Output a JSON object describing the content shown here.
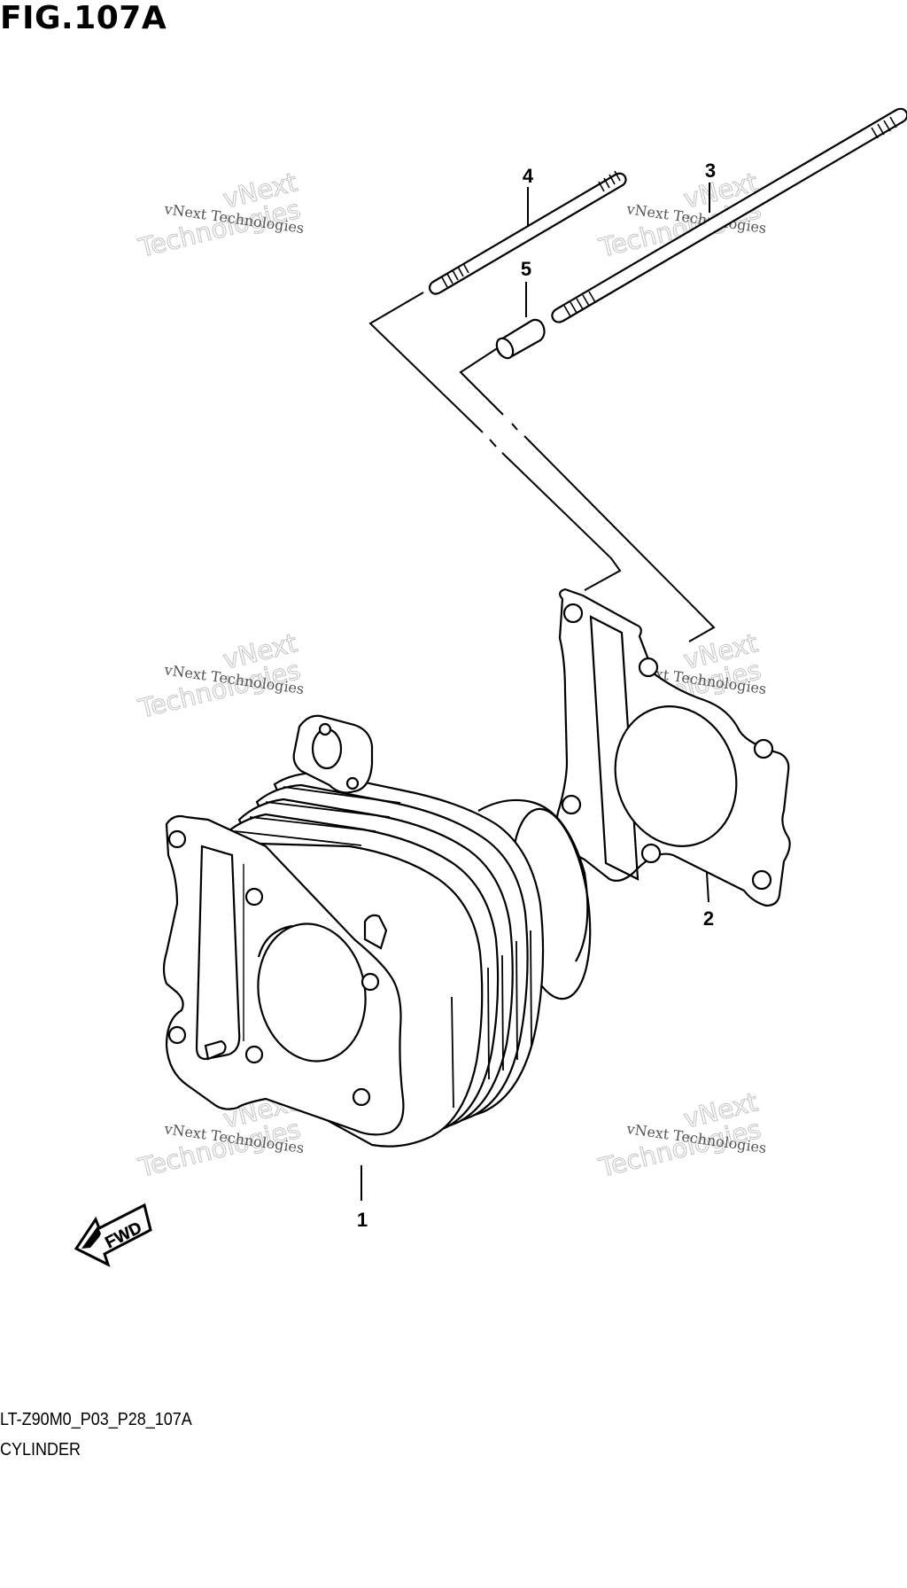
{
  "figure": {
    "title": "FIG.107A",
    "code": "LT-Z90M0_P03_P28_107A",
    "name": "CYLINDER"
  },
  "callouts": {
    "p1": "1",
    "p2": "2",
    "p3": "3",
    "p4": "4",
    "p5": "5"
  },
  "fwd_label": "FWD",
  "watermark": {
    "line1": "vNext Technologies",
    "line2": "vNext",
    "line3": "Technologies"
  }
}
